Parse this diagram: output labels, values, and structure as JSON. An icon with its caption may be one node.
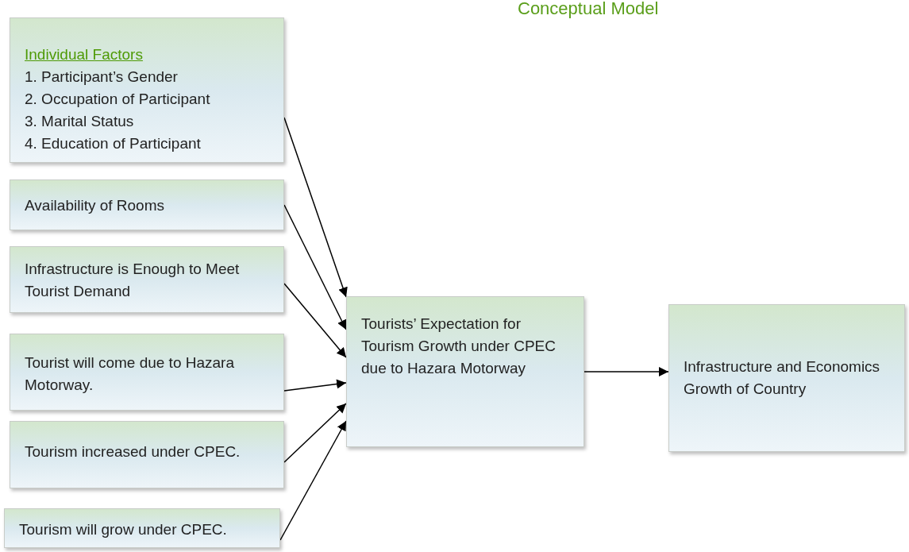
{
  "diagram": {
    "title": "Conceptual Model",
    "nodes": [
      {
        "text": [
          "Individual Factors",
          "1. Participant’s Gender",
          "2. Occupation of Participant",
          "3. Marital Status",
          "4. Education of Participant"
        ]
      },
      {
        "text": [
          "Availability of Rooms"
        ]
      },
      {
        "text": [
          "Infrastructure is Enough to Meet Tourist Demand"
        ]
      },
      {
        "text": [
          "Tourist will come due to Hazara Motorway."
        ]
      },
      {
        "text": [
          "Tourism increased under CPEC."
        ]
      },
      {
        "text": [
          "Tourism will grow under CPEC."
        ]
      },
      {
        "text": [
          "Tourists’ Expectation for Tourism Growth under CPEC due to Hazara Motorway"
        ]
      },
      {
        "text": [
          "Infrastructure and Economics Growth of Country"
        ]
      }
    ],
    "edges": [
      {
        "from": 0,
        "to": 6,
        "arrow": "to"
      },
      {
        "from": 1,
        "to": 6,
        "arrow": "to"
      },
      {
        "from": 2,
        "to": 6,
        "arrow": "to"
      },
      {
        "from": 3,
        "to": 6,
        "arrow": "to"
      },
      {
        "from": 4,
        "to": 6,
        "arrow": "to"
      },
      {
        "from": 5,
        "to": 6,
        "arrow": "to"
      },
      {
        "from": 6,
        "to": 7,
        "arrow": "to"
      }
    ]
  }
}
